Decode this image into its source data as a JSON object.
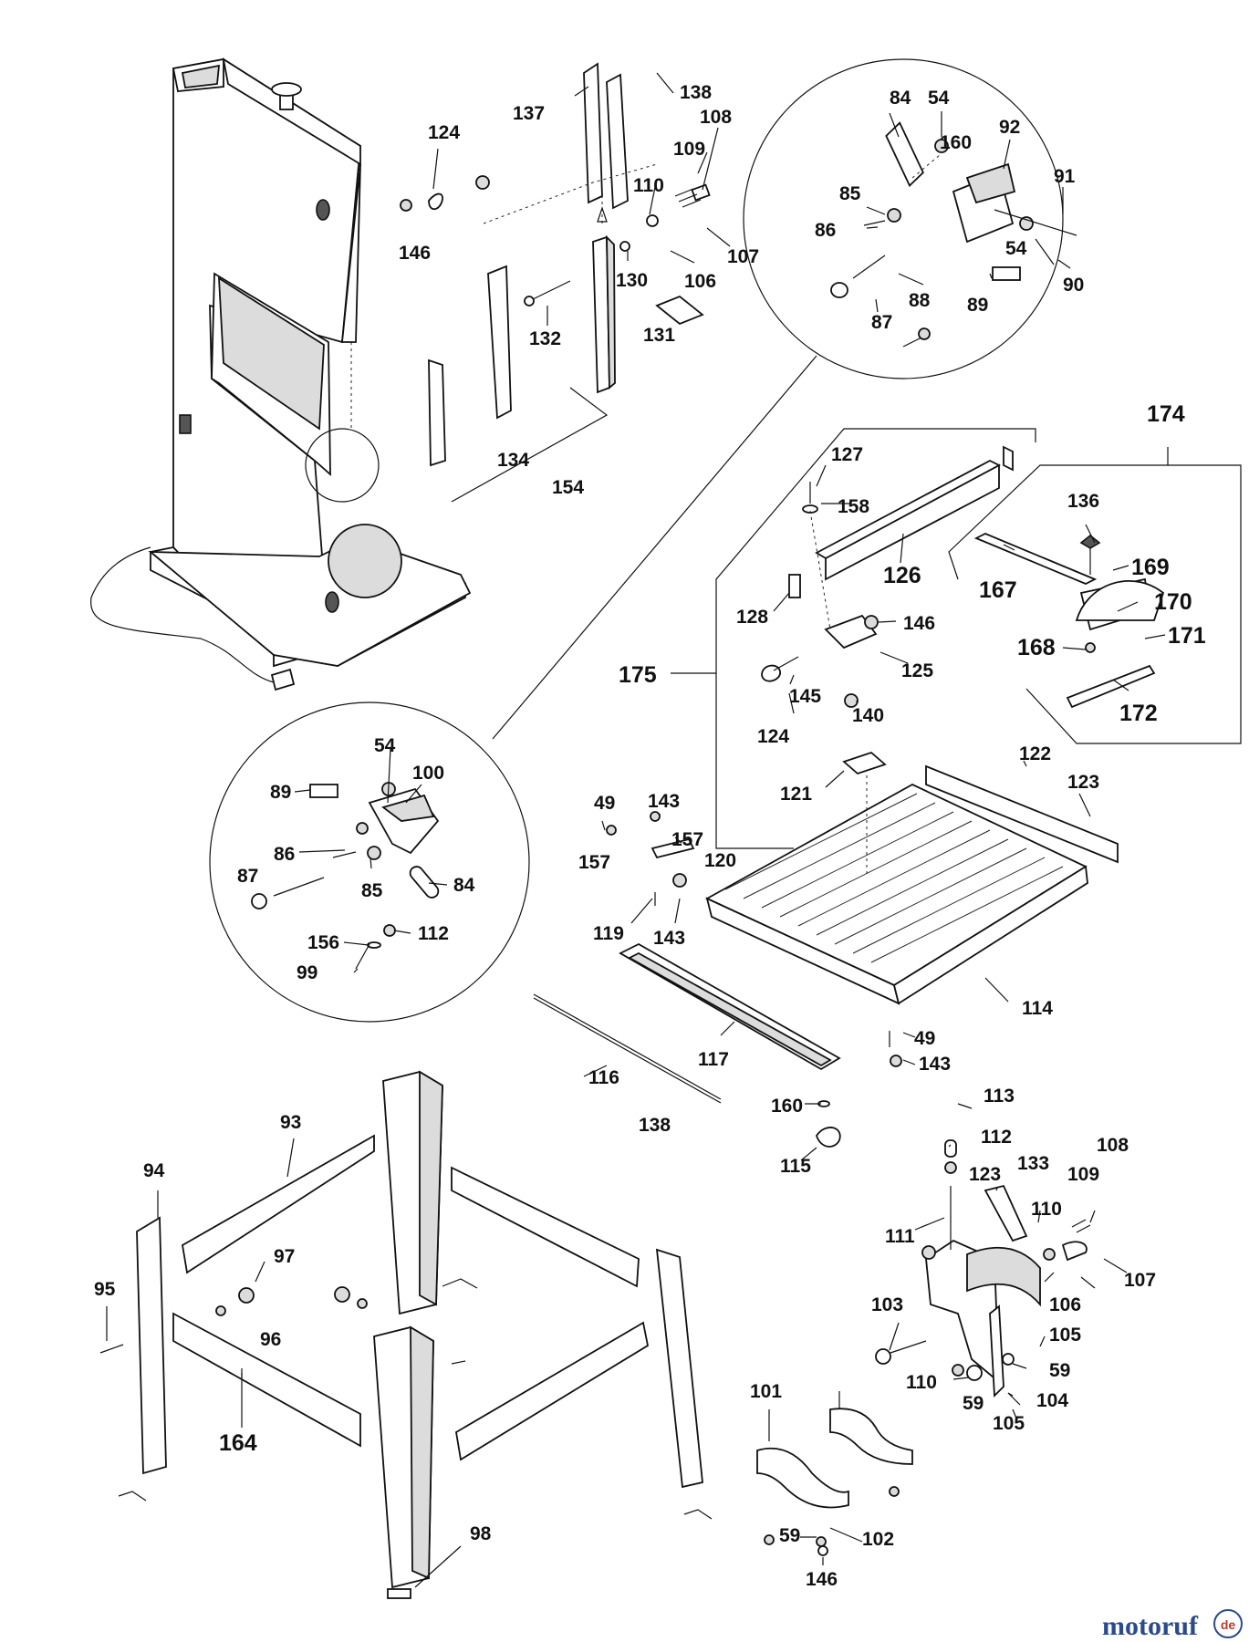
{
  "labels": {
    "p54": "54",
    "p84": "84",
    "p85": "85",
    "p86": "86",
    "p87": "87",
    "p88": "88",
    "p89": "89",
    "p90": "90",
    "p91": "91",
    "p92": "92",
    "p160": "160",
    "p100": "100",
    "p99": "99",
    "p112": "112",
    "p156": "156",
    "p124": "124",
    "p146": "146",
    "p137": "137",
    "p138": "138",
    "p108": "108",
    "p109": "109",
    "p110": "110",
    "p107": "107",
    "p106": "106",
    "p130": "130",
    "p132": "132",
    "p131": "131",
    "p134": "134",
    "p154": "154",
    "p174": "174",
    "p175": "175",
    "p127": "127",
    "p158": "158",
    "p126": "126",
    "p128": "128",
    "p125": "125",
    "p145": "145",
    "p140": "140",
    "p136": "136",
    "p169": "169",
    "p167": "167",
    "p170": "170",
    "p168": "168",
    "p171": "171",
    "p172": "172",
    "p121": "121",
    "p122": "122",
    "p123": "123",
    "p49": "49",
    "p143": "143",
    "p157": "157",
    "p120": "120",
    "p119": "119",
    "p114": "114",
    "p117": "117",
    "p116": "116",
    "p160b": "160",
    "p115": "115",
    "p113": "113",
    "p133": "133",
    "p111": "111",
    "p103": "103",
    "p105": "105",
    "p59": "59",
    "p104": "104",
    "p101": "101",
    "p102": "102",
    "p93": "93",
    "p94": "94",
    "p95": "95",
    "p96": "96",
    "p97": "97",
    "p98": "98",
    "p164": "164"
  },
  "watermark": {
    "text": "motoruf",
    "badge": "de",
    "color": "#2a4a8a",
    "accent": "#c0392b"
  }
}
